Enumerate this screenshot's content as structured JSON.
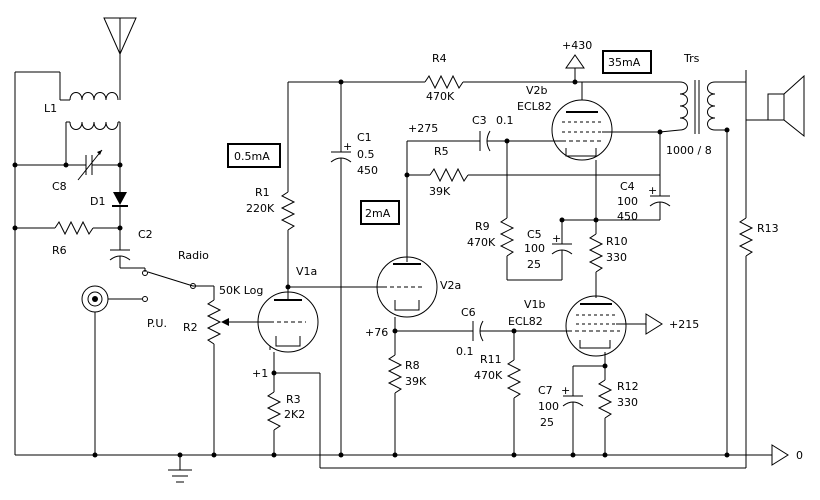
{
  "labels": {
    "L1": "L1",
    "C8": "C8",
    "D1": "D1",
    "R6": "R6",
    "C2": "C2",
    "radio": "Radio",
    "pu": "P.U.",
    "R2": "R2",
    "pot": "50K Log",
    "R1": "R1",
    "R1v": "220K",
    "i1": "0.5mA",
    "V1a": "V1a",
    "plus1": "+1",
    "R3": "R3",
    "R3v": "2K2",
    "C1": "C1",
    "C1v": "0.5",
    "C1v2": "450",
    "R4": "R4",
    "R4v": "470K",
    "plus275": "+275",
    "C3": "C3",
    "C3v": "0.1",
    "R5": "R5",
    "R5v": "39K",
    "i2": "2mA",
    "V2a": "V2a",
    "R9": "R9",
    "R9v": "470K",
    "C5": "C5",
    "C5v": "100",
    "C5v2": "25",
    "plus76": "+76",
    "C6": "C6",
    "C6v": "0.1",
    "R8": "R8",
    "R8v": "39K",
    "R11": "R11",
    "R11v": "470K",
    "plus430": "+430",
    "i3": "35mA",
    "V2b": "V2b",
    "ECL82a": "ECL82",
    "C4": "C4",
    "C4v": "100",
    "C4v2": "450",
    "R10": "R10",
    "R10v": "330",
    "Trs": "Trs",
    "ratio": "1000 / 8",
    "R13": "R13",
    "V1b": "V1b",
    "ECL82b": "ECL82",
    "plus215": "+215",
    "C7": "C7",
    "C7v": "100",
    "C7v2": "25",
    "R12": "R12",
    "R12v": "330",
    "zero": "0"
  }
}
